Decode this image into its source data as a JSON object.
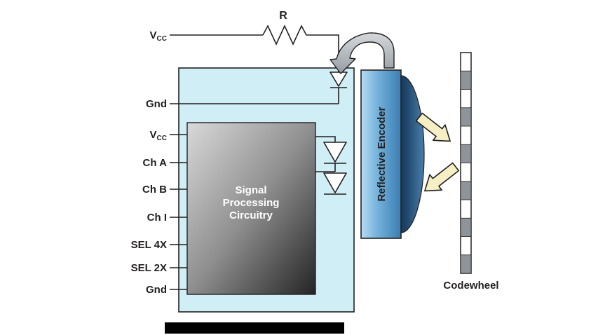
{
  "diagram": {
    "pins": [
      {
        "main": "V",
        "sub": "CC"
      },
      {
        "main": "Gnd",
        "sub": ""
      },
      {
        "main": "V",
        "sub": "CC"
      },
      {
        "main": "Ch A",
        "sub": ""
      },
      {
        "main": "Ch B",
        "sub": ""
      },
      {
        "main": "Ch I",
        "sub": ""
      },
      {
        "main": "SEL 4X",
        "sub": ""
      },
      {
        "main": "SEL 2X",
        "sub": ""
      },
      {
        "main": "Gnd",
        "sub": ""
      }
    ],
    "resistor_label": "R",
    "signal_box": {
      "line1": "Signal",
      "line2": "Processing",
      "line3": "Circuitry"
    },
    "encoder_label": "Reflective Encoder",
    "codewheel_label": "Codewheel",
    "colors": {
      "package_fill": "#cfeef5",
      "arrow_fill": "#f5efc3",
      "wheel_gray": "#8e9499",
      "caption_bar": "#000000"
    }
  }
}
